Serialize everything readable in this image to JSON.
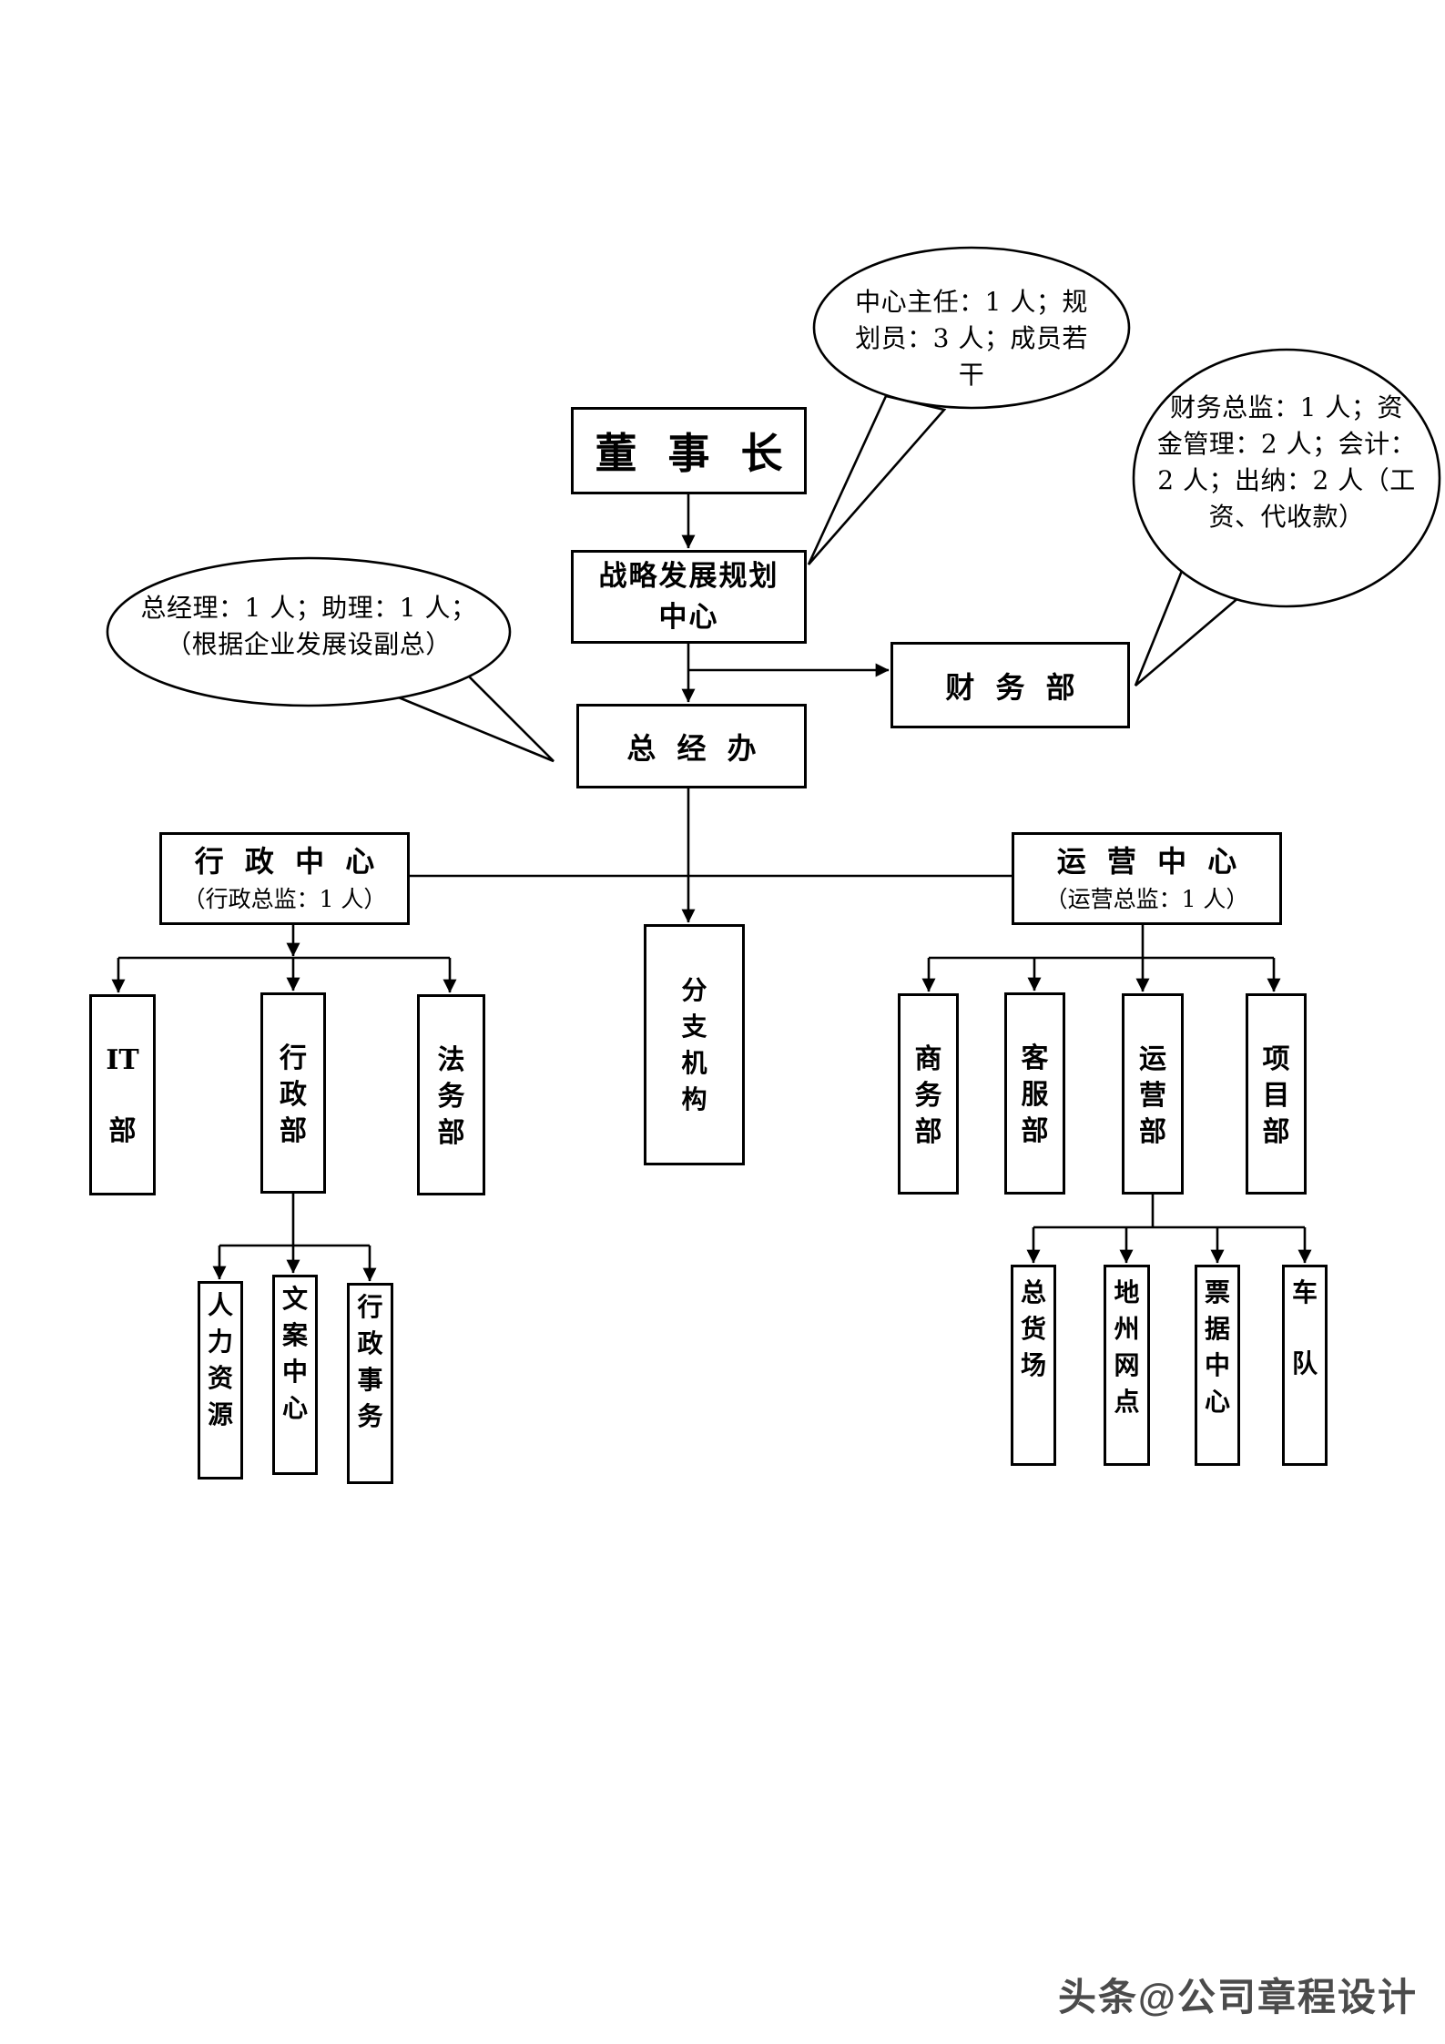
{
  "bubbles": {
    "planning_note": {
      "lines": [
        "中心主任：1 人；规",
        "划员：3 人；成员若",
        "干"
      ]
    },
    "finance_note": {
      "lines": [
        "财务总监：1 人；资",
        "金管理：2 人；会计：",
        "2 人；出纳：2 人（工",
        "资、代收款）"
      ]
    },
    "gm_note": {
      "lines": [
        "总经理：1 人；助理：1 人；",
        "（根据企业发展设副总）"
      ]
    }
  },
  "org": {
    "chairman": {
      "label": "董 事 长"
    },
    "strategy_center": {
      "line1": "战略发展规划",
      "line2": "中心"
    },
    "finance_dept": {
      "label": "财 务 部"
    },
    "gm_office": {
      "label": "总 经 办"
    },
    "admin_center": {
      "label": "行 政 中 心",
      "note": "（行政总监：1 人）"
    },
    "ops_center": {
      "label": "运 营 中 心",
      "note": "（运营总监：1 人）"
    },
    "branch_office": {
      "chars": [
        "分",
        "支",
        "机",
        "构"
      ]
    },
    "it_dept": {
      "chars": [
        "IT",
        "部"
      ]
    },
    "admin_dept": {
      "chars": [
        "行",
        "政",
        "部"
      ]
    },
    "legal_dept": {
      "chars": [
        "法",
        "务",
        "部"
      ]
    },
    "business_dept": {
      "chars": [
        "商",
        "务",
        "部"
      ]
    },
    "service_dept": {
      "chars": [
        "客",
        "服",
        "部"
      ]
    },
    "operations_dept": {
      "chars": [
        "运",
        "营",
        "部"
      ]
    },
    "project_dept": {
      "chars": [
        "项",
        "目",
        "部"
      ]
    },
    "hr_dept": {
      "chars": [
        "人",
        "力",
        "资",
        "源"
      ]
    },
    "copywriting_center": {
      "chars": [
        "文",
        "案",
        "中",
        "心"
      ]
    },
    "admin_affairs": {
      "chars": [
        "行",
        "政",
        "事",
        "务"
      ]
    },
    "freight_yard": {
      "chars": [
        "总",
        "货",
        "场"
      ]
    },
    "regional_network": {
      "chars": [
        "地",
        "州",
        "网",
        "点"
      ]
    },
    "ticket_center": {
      "chars": [
        "票",
        "据",
        "中",
        "心"
      ]
    },
    "fleet": {
      "chars": [
        "车",
        "队"
      ]
    }
  },
  "watermark": {
    "text": "头条@公司章程设计"
  },
  "colors": {
    "line": "#000000",
    "background": "#ffffff",
    "watermark": "#3c3c3c"
  }
}
